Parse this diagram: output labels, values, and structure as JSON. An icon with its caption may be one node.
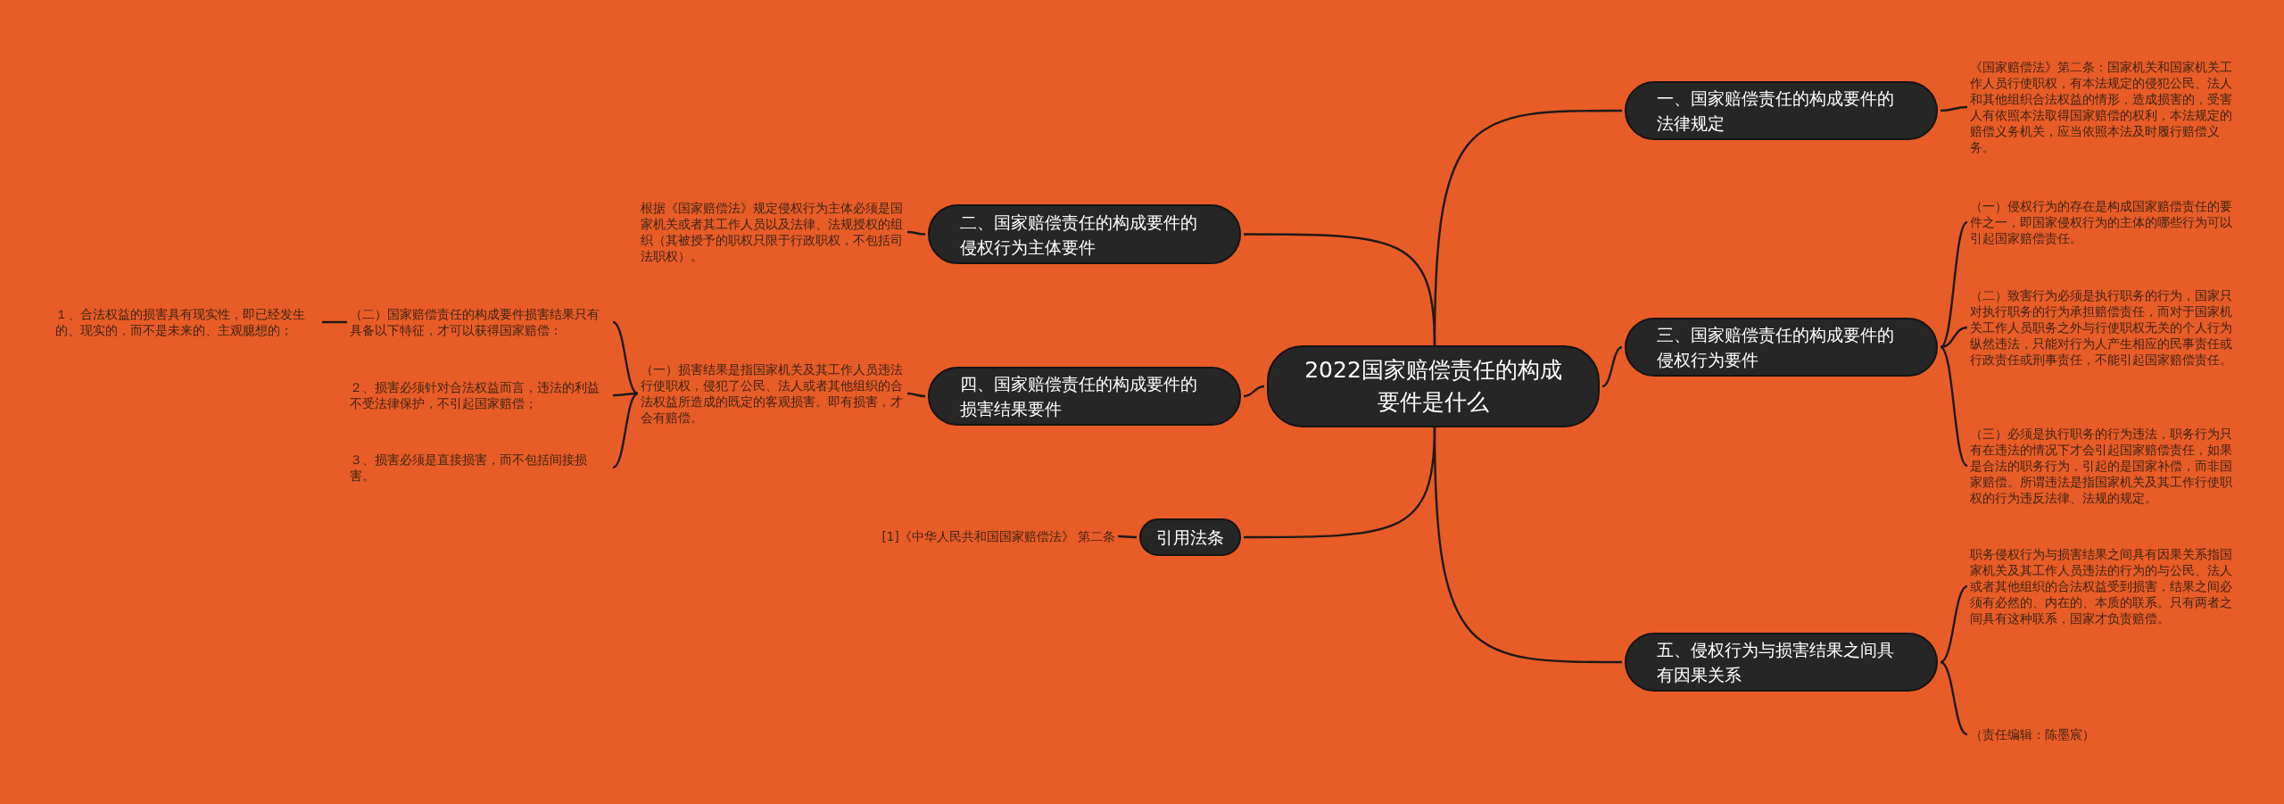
{
  "diagram": {
    "nodes": [
      {
        "text": [
          "2022国家赔偿责任的构成要件是什么"
        ]
      },
      {
        "text": [
          "一、国家赔偿责任的构成要件的法律规定"
        ]
      },
      {
        "text": [
          "《国家赔偿法》第二条：国家机关和国家机关工作人员行使职权，有本法规定的侵犯公民、法人和其他组织合法权益的情形，造成损害的，受害人有依照本法取得国家赔偿的权利，本法规定的赔偿义务机关，应当依照本法及时履行赔偿义务。"
        ]
      },
      {
        "text": [
          "二、国家赔偿责任的构成要件的侵权行为主体要件"
        ]
      },
      {
        "text": [
          "根据《国家赔偿法》规定侵权行为主体必须是国家机关或者其工作人员以及法律、法规授权的组织（其被授予的职权只限于行政职权，不包括司法职权）。"
        ]
      },
      {
        "text": [
          "三、国家赔偿责任的构成要件的侵权行为要件"
        ]
      },
      {
        "text": [
          "（一）侵权行为的存在是构成国家赔偿责任的要件之一，即国家侵权行为的主体的哪些行为可以引起国家赔偿责任。"
        ]
      },
      {
        "text": [
          "（二）致害行为必须是执行职务的行为，国家只对执行职务的行为承担赔偿责任，而对于国家机关工作人员职务之外与行使职权无关的个人行为纵然违法，只能对行为人产生相应的民事责任或行政责任或刑事责任，不能引起国家赔偿责任。"
        ]
      },
      {
        "text": [
          "（三）必须是执行职务的行为违法，职务行为只有在违法的情况下才会引起国家赔偿责任，如果是合法的职务行为，引起的是国家补偿，而非国家赔偿。所谓违法是指国家机关及其工作行使职权的行为违反法律、法规的规定。"
        ]
      },
      {
        "text": [
          "四、国家赔偿责任的构成要件的损害结果要件"
        ]
      },
      {
        "text": [
          "（一）损害结果是指国家机关及其工作人员违法行使职权，侵犯了公民、法人或者其他组织的合法权益所造成的既定的客观损害。即有损害，才会有赔偿。"
        ]
      },
      {
        "text": [
          "（二）国家赔偿责任的构成要件损害结果只有具备以下特征，才可以获得国家赔偿："
        ]
      },
      {
        "text": [
          "１、合法权益的损害具有现实性，即已经发生的、现实的，而不是未来的、主观臆想的；"
        ]
      },
      {
        "text": [
          "２、损害必须针对合法权益而言，违法的利益不受法律保护，不引起国家赔偿；"
        ]
      },
      {
        "text": [
          "３、损害必须是直接损害，而不包括间接损害。"
        ]
      },
      {
        "text": [
          "引用法条"
        ]
      },
      {
        "text": [
          "[1]《中华人民共和国国家赔偿法》 第二条"
        ]
      },
      {
        "text": [
          "五、侵权行为与损害结果之间具有因果关系"
        ]
      },
      {
        "text": [
          "职务侵权行为与损害结果之间具有因果关系指国家机关及其工作人员违法的行为的与公民、法人或者其他组织的合法权益受到损害，结果之间必须有必然的、内在的、本质的联系。只有两者之间具有这种联系，国家才负责赔偿。"
        ]
      },
      {
        "text": [
          "（责任编辑：陈墨宸）"
        ]
      }
    ],
    "edges": [
      {
        "from": 0,
        "to": 1,
        "arrow": "none"
      },
      {
        "from": 1,
        "to": 2,
        "arrow": "none"
      },
      {
        "from": 0,
        "to": 3,
        "arrow": "none"
      },
      {
        "from": 3,
        "to": 4,
        "arrow": "none"
      },
      {
        "from": 0,
        "to": 5,
        "arrow": "none"
      },
      {
        "from": 5,
        "to": 6,
        "arrow": "none"
      },
      {
        "from": 5,
        "to": 7,
        "arrow": "none"
      },
      {
        "from": 5,
        "to": 8,
        "arrow": "none"
      },
      {
        "from": 0,
        "to": 9,
        "arrow": "none"
      },
      {
        "from": 9,
        "to": 10,
        "arrow": "none"
      },
      {
        "from": 10,
        "to": 11,
        "arrow": "none"
      },
      {
        "from": 11,
        "to": 12,
        "arrow": "none"
      },
      {
        "from": 10,
        "to": 13,
        "arrow": "none"
      },
      {
        "from": 10,
        "to": 14,
        "arrow": "none"
      },
      {
        "from": 0,
        "to": 15,
        "arrow": "none"
      },
      {
        "from": 15,
        "to": 16,
        "arrow": "none"
      },
      {
        "from": 0,
        "to": 17,
        "arrow": "none"
      },
      {
        "from": 17,
        "to": 18,
        "arrow": "none"
      },
      {
        "from": 17,
        "to": 19,
        "arrow": "none"
      }
    ]
  }
}
